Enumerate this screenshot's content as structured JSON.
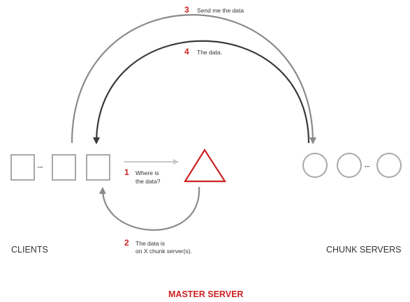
{
  "colors": {
    "accent": "#cc2222",
    "box_stroke": "#a8a8a8",
    "arc_light": "#8a8a8a",
    "arc_dark": "#3a3a3a",
    "arrow_light": "#c8c8c8",
    "text": "#333333"
  },
  "steps": [
    {
      "number": "1",
      "lines": [
        "Where  is",
        "the data?"
      ]
    },
    {
      "number": "2",
      "lines": [
        "The data is",
        "on X chunk server(s)."
      ]
    },
    {
      "number": "3",
      "lines": [
        "Send me the data"
      ]
    },
    {
      "number": "4",
      "lines": [
        "The data."
      ]
    }
  ],
  "labels": {
    "clients": "CLIENTS",
    "chunk_servers": "CHUNK SERVERS",
    "master_server": "MASTER SERVER"
  },
  "ellipsis": "•••"
}
